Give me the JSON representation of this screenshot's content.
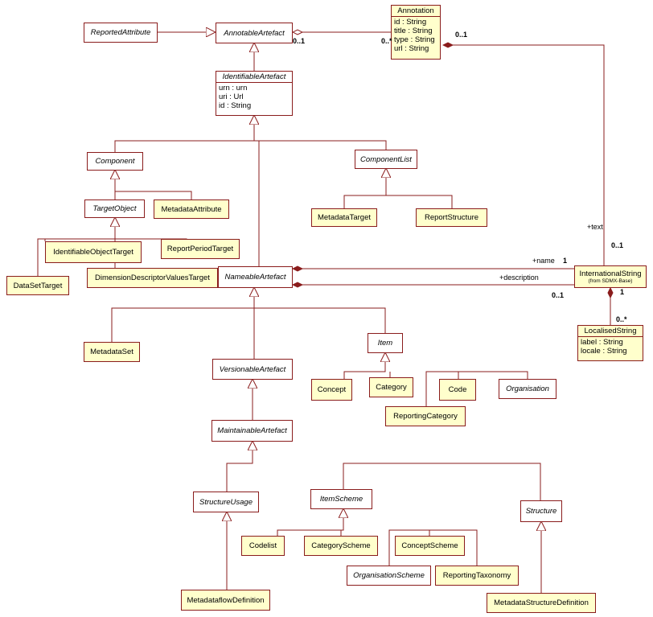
{
  "classes": {
    "reported_attribute": {
      "name": "ReportedAttribute"
    },
    "annotable_artefact": {
      "name": "AnnotableArtefact"
    },
    "annotation": {
      "name": "Annotation",
      "attrs": [
        "id : String",
        "title : String",
        "type : String",
        "url : String"
      ]
    },
    "identifiable_artefact": {
      "name": "IdentifiableArtefact",
      "attrs": [
        "urn : urn",
        "uri : Url",
        "id : String"
      ]
    },
    "component": {
      "name": "Component"
    },
    "component_list": {
      "name": "ComponentList"
    },
    "target_object": {
      "name": "TargetObject"
    },
    "metadata_attribute": {
      "name": "MetadataAttribute"
    },
    "metadata_target": {
      "name": "MetadataTarget"
    },
    "report_structure": {
      "name": "ReportStructure"
    },
    "identifiable_object_target": {
      "name": "IdentifiableObjectTarget"
    },
    "report_period_target": {
      "name": "ReportPeriodTarget"
    },
    "dataset_target": {
      "name": "DataSetTarget"
    },
    "dimension_descriptor_values_target": {
      "name": "DimensionDescriptorValuesTarget"
    },
    "nameable_artefact": {
      "name": "NameableArtefact"
    },
    "international_string": {
      "name": "InternationalString",
      "stereotype": "(from SDMX-Base)"
    },
    "localised_string": {
      "name": "LocalisedString",
      "attrs": [
        "label : String",
        "locale : String"
      ]
    },
    "metadata_set": {
      "name": "MetadataSet"
    },
    "item": {
      "name": "Item"
    },
    "versionable_artefact": {
      "name": "VersionableArtefact"
    },
    "concept": {
      "name": "Concept"
    },
    "category": {
      "name": "Category"
    },
    "code": {
      "name": "Code"
    },
    "organisation": {
      "name": "Organisation"
    },
    "reporting_category": {
      "name": "ReportingCategory"
    },
    "maintainable_artefact": {
      "name": "MaintainableArtefact"
    },
    "structure_usage": {
      "name": "StructureUsage"
    },
    "item_scheme": {
      "name": "ItemScheme"
    },
    "structure": {
      "name": "Structure"
    },
    "codelist": {
      "name": "Codelist"
    },
    "category_scheme": {
      "name": "CategoryScheme"
    },
    "concept_scheme": {
      "name": "ConceptScheme"
    },
    "organisation_scheme": {
      "name": "OrganisationScheme"
    },
    "reporting_taxonomy": {
      "name": "ReportingTaxonomy"
    },
    "metadataflow_definition": {
      "name": "MetadataflowDefinition"
    },
    "metadata_structure_definition": {
      "name": "MetadataStructureDefinition"
    }
  },
  "labels": {
    "annotable_mult": "0..1",
    "annotation_left_mult": "0..*",
    "annotation_right_mult": "0..1",
    "text_role": "+text",
    "text_mult": "0..1",
    "name_role": "+name",
    "name_mult": "1",
    "description_role": "+description",
    "description_mult": "0..1",
    "intl_mult": "1",
    "localised_mult": "0..*"
  },
  "colors": {
    "border": "#8a1c1c",
    "fill": "#ffffcc",
    "line": "#8a1c1c"
  }
}
